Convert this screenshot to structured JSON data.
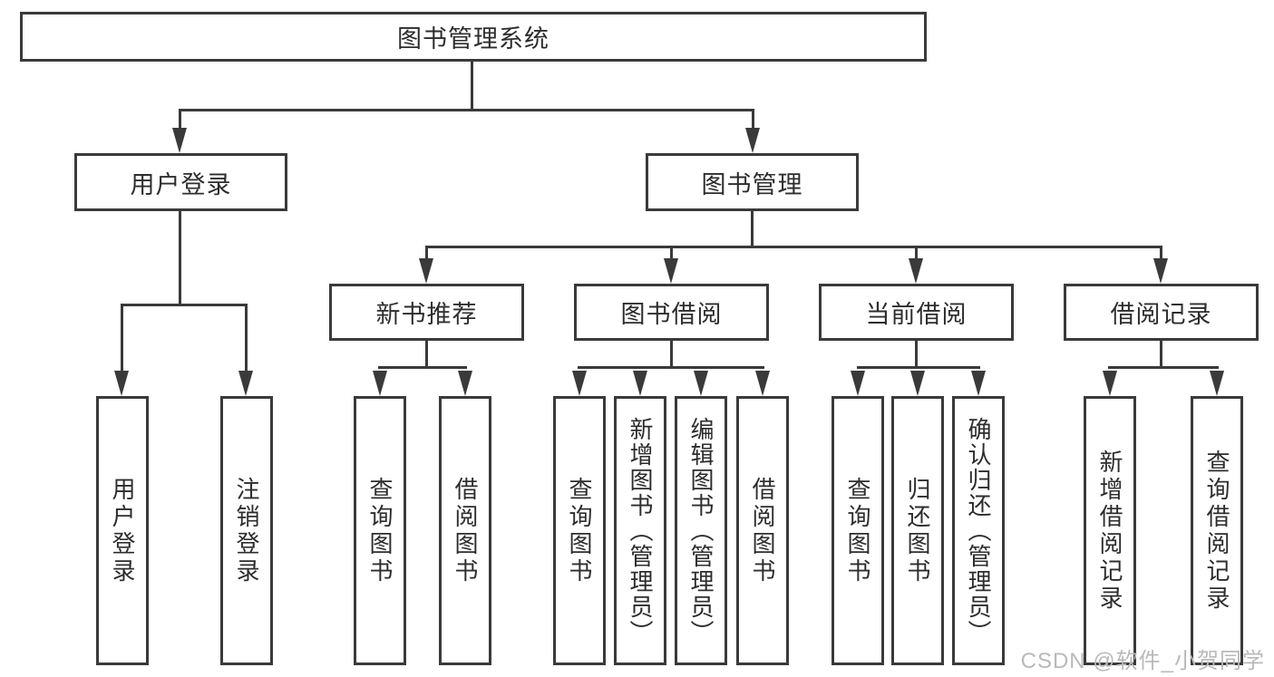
{
  "diagram": {
    "root": "图书管理系统",
    "level2": {
      "user_login": "用户登录",
      "book_mgmt": "图书管理"
    },
    "level3": [
      "新书推荐",
      "图书借阅",
      "当前借阅",
      "借阅记录"
    ],
    "leaves": {
      "user_login": [
        "用户登录",
        "注销登录"
      ],
      "new_book": [
        "查询图书",
        "借阅图书"
      ],
      "book_borrow": [
        "查询图书",
        "新增图书（管理员）",
        "编辑图书（管理员）",
        "借阅图书"
      ],
      "current_borrow": [
        "查询图书",
        "归还图书",
        "确认归还（管理员）"
      ],
      "borrow_record": [
        "新增借阅记录",
        "查询借阅记录"
      ]
    }
  },
  "watermark": "CSDN @软件_小贺同学",
  "colors": {
    "line": "#3a3a3a",
    "text": "#2d2d2d",
    "watermark": "#b9b9b9",
    "background": "#ffffff"
  }
}
